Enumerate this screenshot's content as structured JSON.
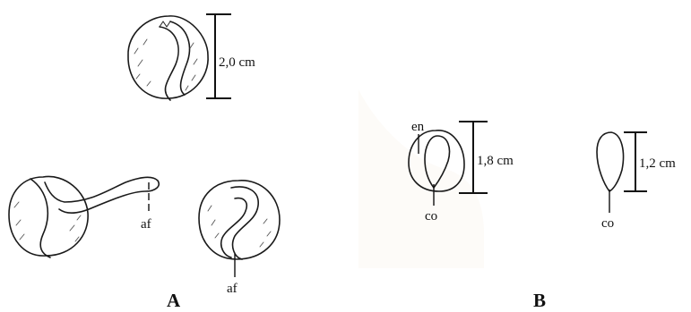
{
  "panels": {
    "a_label": "A",
    "b_label": "B"
  },
  "scales": {
    "seed_top": "2,0 cm",
    "embryo_b1": "1,8 cm",
    "embryo_b2": "1,2 cm"
  },
  "annotations": {
    "af_1": "af",
    "af_2": "af",
    "en": "en",
    "co_1": "co",
    "co_2": "co"
  }
}
